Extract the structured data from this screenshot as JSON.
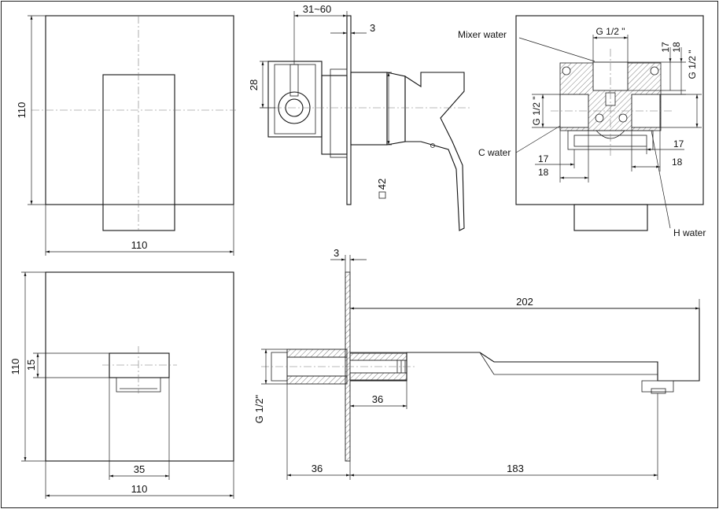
{
  "labels": {
    "mixer_water": "Mixer water",
    "c_water": "C water",
    "h_water": "H water",
    "g_half_quote_spaced": "G 1/2 \"",
    "g_half_quote": "G 1/2\"",
    "g_half_left": "G 1/2 \"",
    "g_half_right": "G 1/2 \"",
    "g_half_bottom": "G 1/2\""
  },
  "dimensions": {
    "front_height": "110",
    "front_width": "110",
    "side_range": "31~60",
    "side_plate": "3",
    "side_28": "28",
    "side_42": "42",
    "valve_17_top": "17",
    "valve_18_top": "18",
    "valve_17_left": "17",
    "valve_18_left": "18",
    "valve_17_right": "17",
    "valve_18_right": "18",
    "spout_front_height": "110",
    "spout_front_15": "15",
    "spout_front_35": "35",
    "spout_front_width": "110",
    "spout_plate": "3",
    "spout_202": "202",
    "spout_36_inner": "36",
    "spout_36": "36",
    "spout_183": "183"
  }
}
